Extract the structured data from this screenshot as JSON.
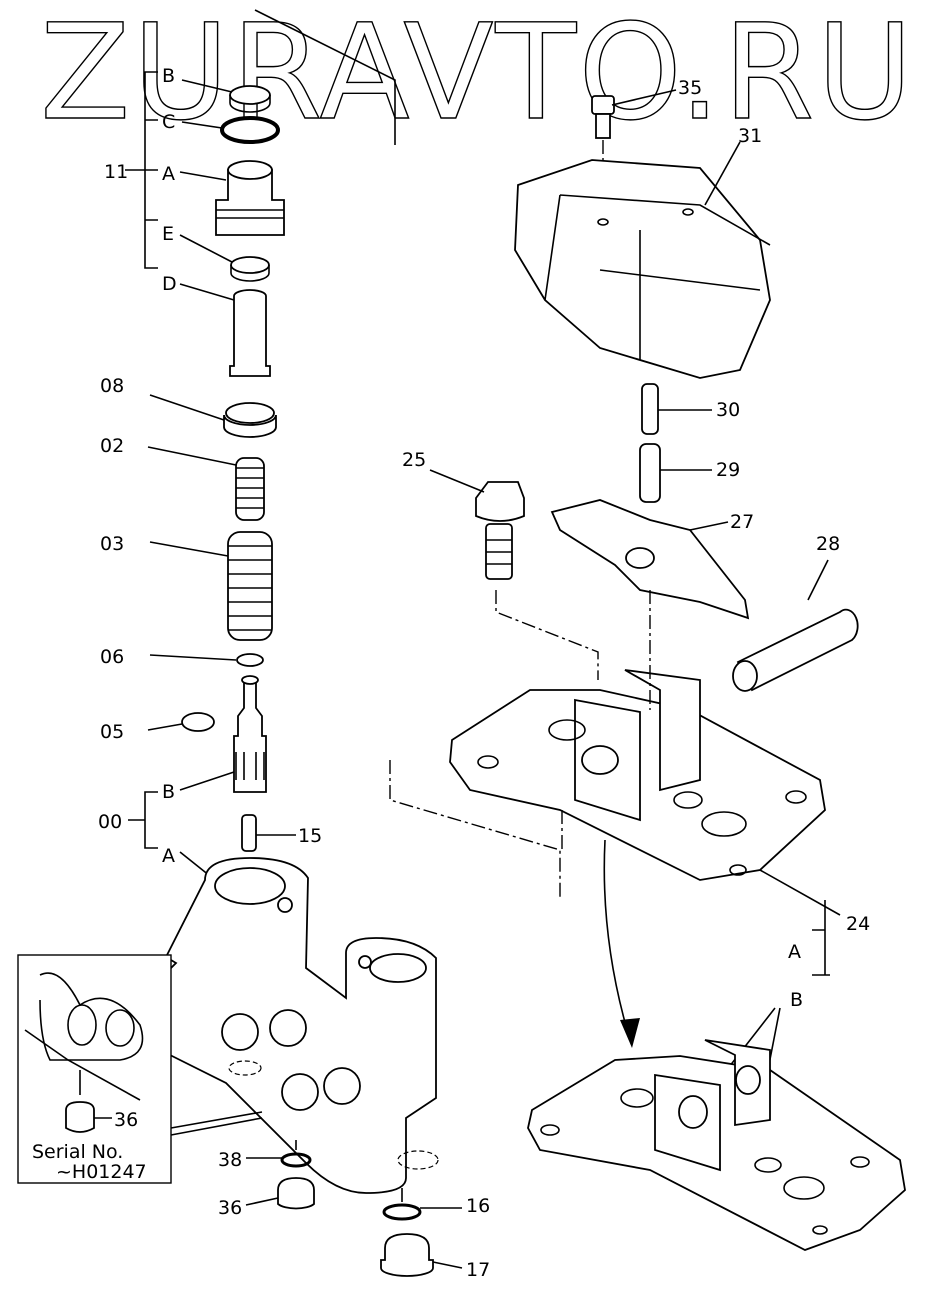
{
  "watermark": "ZURAVTO.RU",
  "labels": {
    "l35": "35",
    "l31": "31",
    "l30": "30",
    "l29": "29",
    "l27": "27",
    "l28": "28",
    "l25": "25",
    "l24": "24",
    "l11": "11",
    "lB1": "B",
    "lC": "C",
    "lA1": "A",
    "lE": "E",
    "lD": "D",
    "l08": "08",
    "l02": "02",
    "l03": "03",
    "l06": "06",
    "l05": "05",
    "l00": "00",
    "lB2": "B",
    "lA2": "A",
    "l15": "15",
    "l36a": "36",
    "l38": "38",
    "l36b": "36",
    "l16": "16",
    "l17": "17",
    "lA3": "A",
    "lB3": "B"
  },
  "inset": {
    "serial_label": "Serial No.",
    "serial_value": "~H01247"
  }
}
